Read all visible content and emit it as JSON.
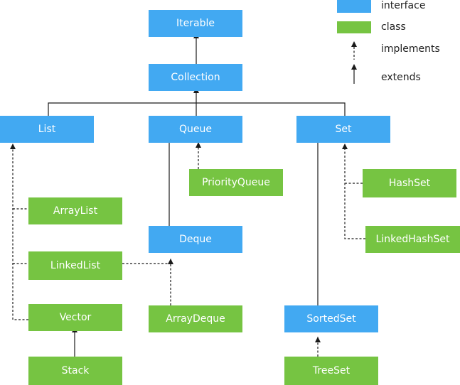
{
  "colors": {
    "interface": "#42a9f2",
    "class": "#76c442",
    "line": "#1a1a1a"
  },
  "legend": {
    "interface": "interface",
    "class": "class",
    "implements": "implements",
    "extends": "extends"
  },
  "nodes": {
    "iterable": "Iterable",
    "collection": "Collection",
    "list": "List",
    "queue": "Queue",
    "set": "Set",
    "priority_queue": "PriorityQueue",
    "hash_set": "HashSet",
    "array_list": "ArrayList",
    "deque": "Deque",
    "linked_hash_set": "LinkedHashSet",
    "linked_list": "LinkedList",
    "vector": "Vector",
    "array_deque": "ArrayDeque",
    "sorted_set": "SortedSet",
    "stack": "Stack",
    "tree_set": "TreeSet"
  }
}
